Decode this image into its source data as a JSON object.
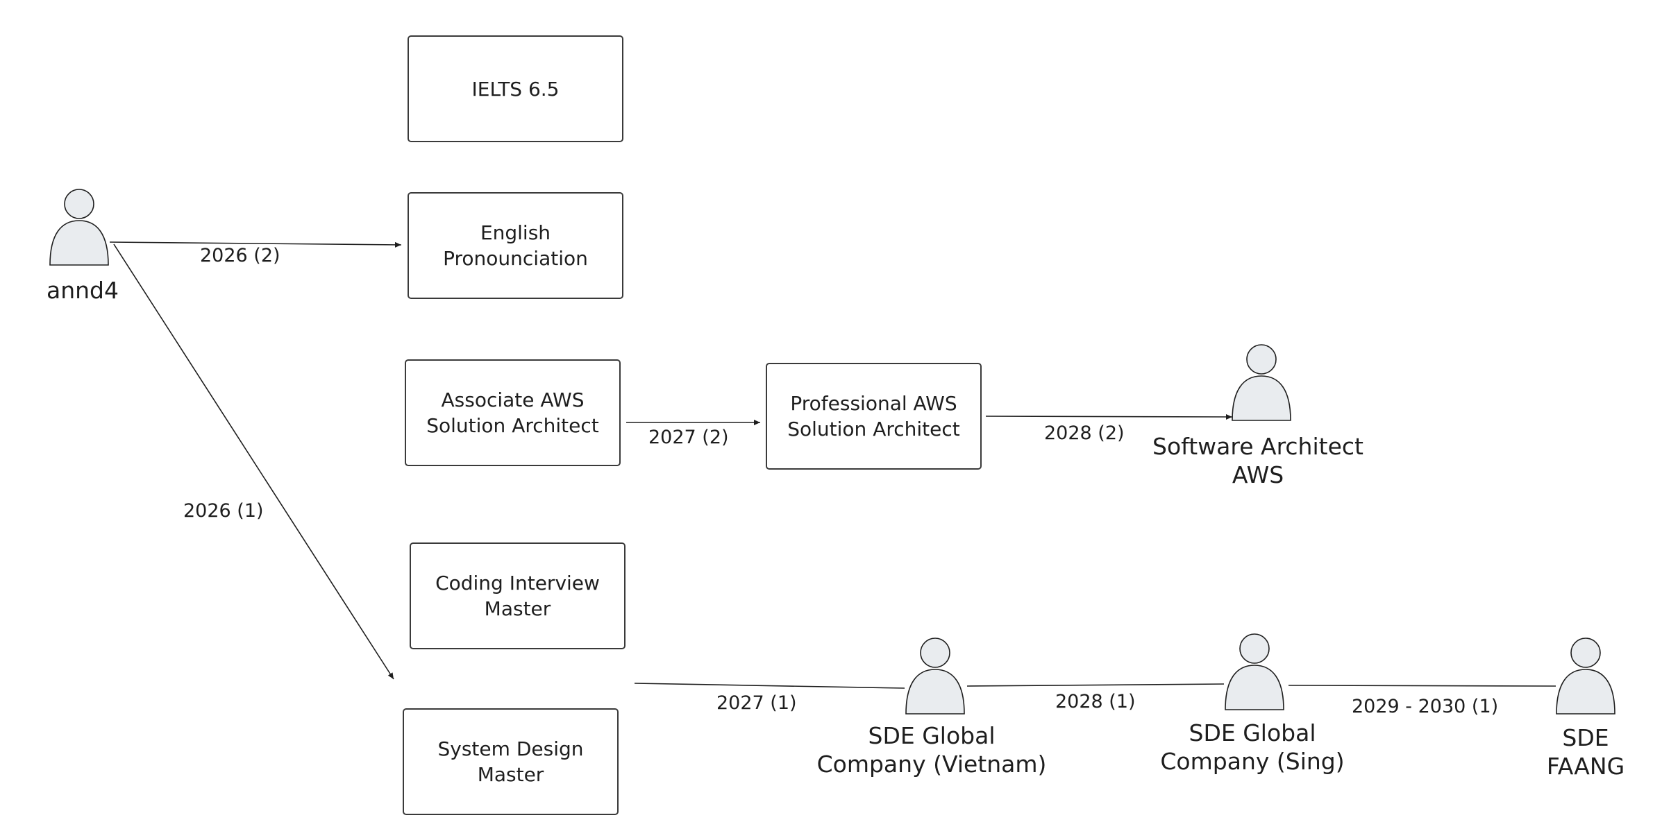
{
  "diagram": {
    "actors": {
      "me": "annd4",
      "software_architect": "Software Architect\nAWS",
      "sde_vietnam": "SDE Global\nCompany (Vietnam)",
      "sde_sing": "SDE Global\nCompany (Sing)",
      "sde_faang": "SDE FAANG"
    },
    "boxes": {
      "ielts": "IELTS 6.5",
      "pronunciation": "English\nPronounciation",
      "associate_aws": "Associate AWS\nSolution Architect",
      "professional_aws": "Professional AWS\nSolution Architect",
      "coding_interview": "Coding Interview\nMaster",
      "system_design": "System Design\nMaster"
    },
    "edges": {
      "to_pronunciation": "2026 (2)",
      "to_system_design": "2026 (1)",
      "associate_to_professional": "2027 (2)",
      "professional_to_architect": "2028 (2)",
      "system_design_to_vietnam": "2027 (1)",
      "vietnam_to_sing": "2028 (1)",
      "sing_to_faang": "2029 - 2030 (1)"
    },
    "colors": {
      "stroke": "#1e1e1e",
      "person_fill": "#e9ecef"
    }
  }
}
